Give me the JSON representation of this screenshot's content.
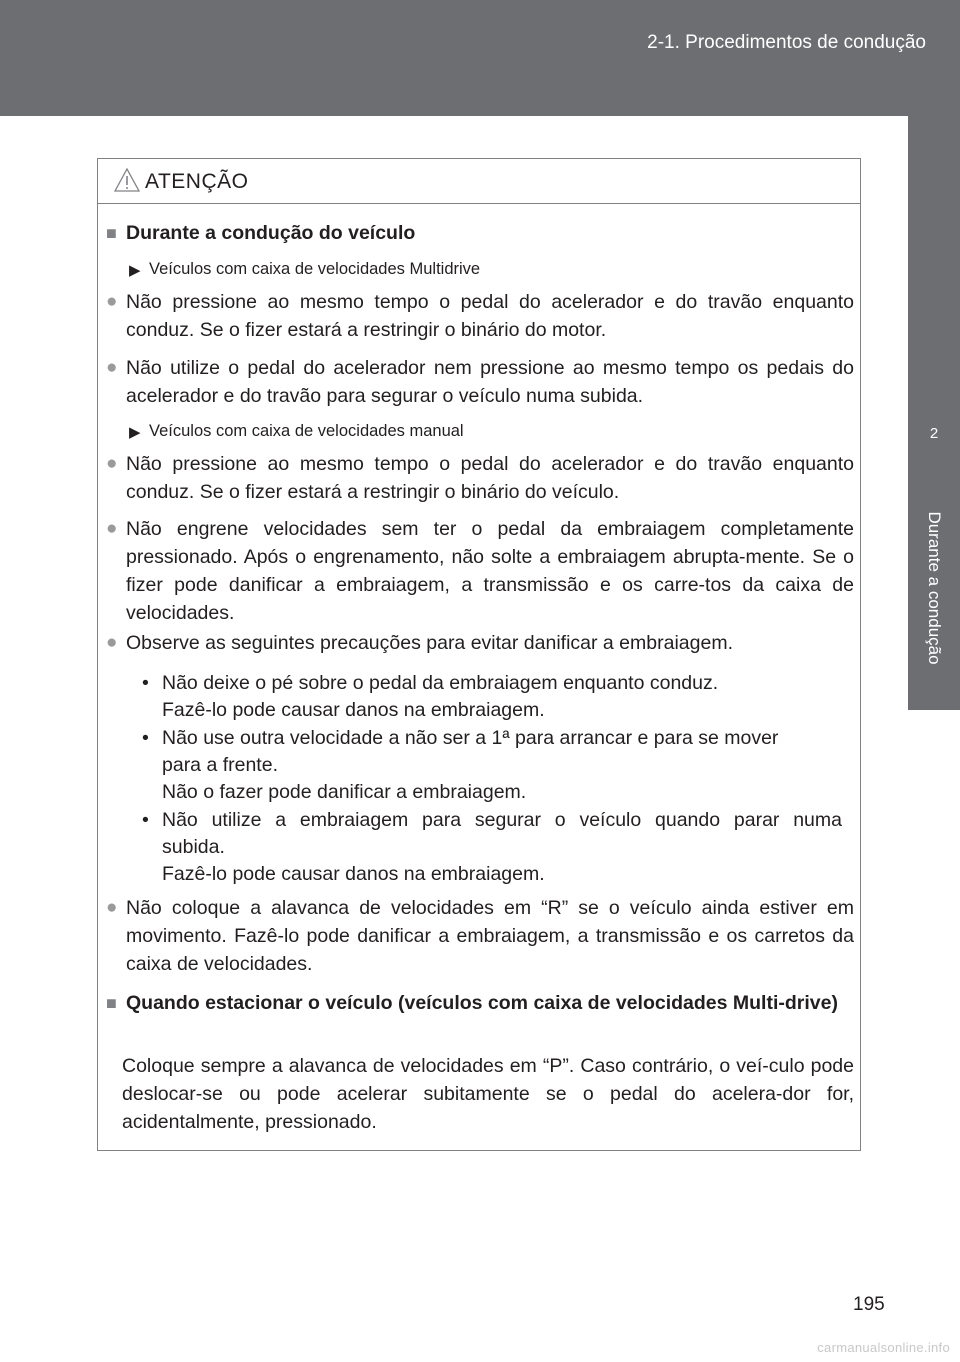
{
  "header": {
    "section": "2-1. Procedimentos de condução"
  },
  "side_tab": {
    "number": "2",
    "label": "Durante a condução"
  },
  "warning": {
    "icon": "warning-triangle-icon",
    "title": "ATENÇÃO",
    "section1": {
      "heading": "Durante a condução do veículo",
      "multidrive_label": "Veículos com caixa de velocidades Multidrive",
      "multidrive_items": [
        "Não pressione ao mesmo tempo o pedal do acelerador e do travão enquanto conduz. Se o fizer estará a restringir o binário do motor.",
        "Não utilize o pedal do acelerador nem pressione ao mesmo tempo os pedais do acelerador e do travão para segurar o veículo numa subida."
      ],
      "manual_label": "Veículos com caixa de velocidades manual",
      "manual_items": [
        "Não pressione ao mesmo tempo o pedal do acelerador e do travão enquanto conduz. Se o fizer estará a restringir o binário do veículo.",
        "Não engrene velocidades sem ter o pedal da embraiagem completamente pressionado. Após o engrenamento, não solte a embraiagem abrupta-mente. Se o fizer pode danificar a embraiagem, a transmissão e os carre-tos da caixa de velocidades.",
        "Observe as seguintes precauções para evitar danificar a embraiagem."
      ],
      "clutch_bullets": [
        {
          "l1": "Não deixe o pé sobre o pedal da embraiagem enquanto conduz.",
          "l2": "Fazê-lo pode causar danos na embraiagem."
        },
        {
          "l1": "Não use outra velocidade a não ser a 1ª para arrancar e para se mover",
          "l2": "para a frente.",
          "l3": "Não o fazer pode danificar a embraiagem."
        },
        {
          "l1": "Não utilize a embraiagem para segurar o veículo quando parar numa",
          "l2": "subida.",
          "l3": "Fazê-lo pode causar danos na embraiagem."
        }
      ],
      "reverse_item": "Não coloque a alavanca de velocidades em “R” se o veículo ainda estiver em movimento. Fazê-lo pode danificar a embraiagem, a transmissão e os carretos da caixa de velocidades."
    },
    "section2": {
      "heading": "Quando estacionar o veículo (veículos com caixa de velocidades Multi-drive)",
      "text": "Coloque sempre a alavanca de velocidades em “P”. Caso contrário, o veí-culo pode deslocar-se ou pode acelerar subitamente se o pedal do acelera-dor for, acidentalmente, pressionado."
    }
  },
  "page_number": "195",
  "watermark": "carmanualsonline.info"
}
